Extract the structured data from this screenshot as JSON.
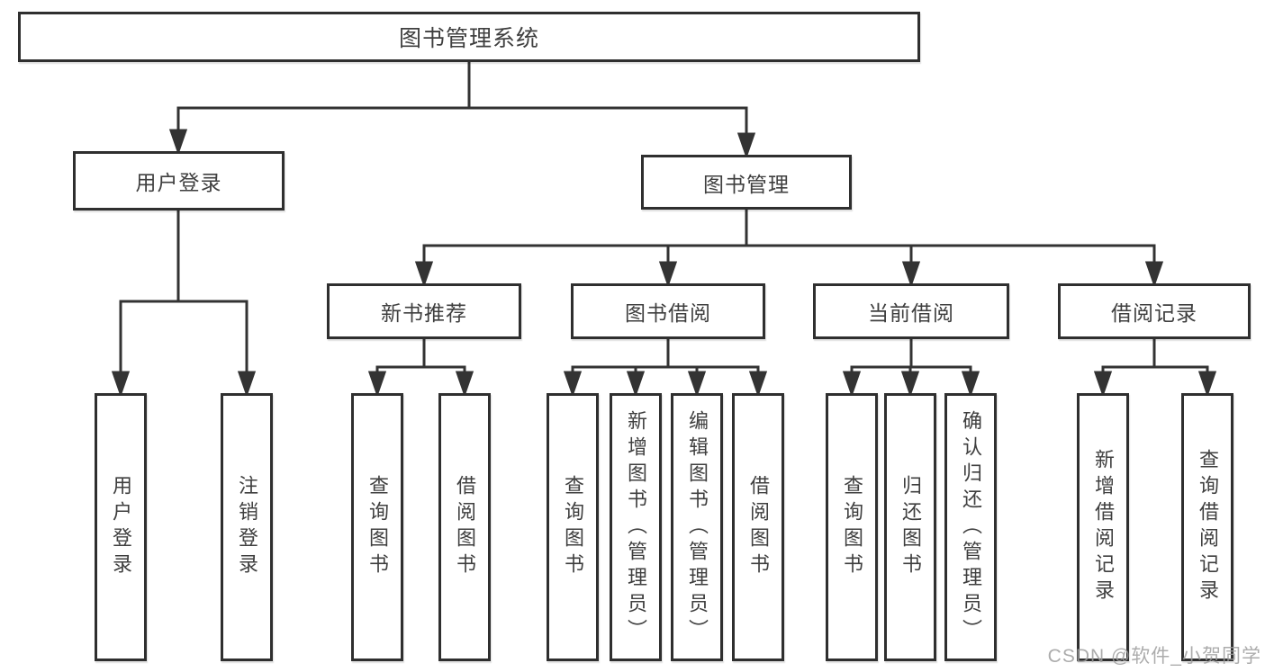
{
  "tree": {
    "root": {
      "label": "图书管理系统",
      "children": [
        {
          "label": "用户登录",
          "children": [
            {
              "label": "用户登录"
            },
            {
              "label": "注销登录"
            }
          ]
        },
        {
          "label": "图书管理",
          "children": [
            {
              "label": "新书推荐",
              "children": [
                {
                  "label": "查询图书"
                },
                {
                  "label": "借阅图书"
                }
              ]
            },
            {
              "label": "图书借阅",
              "children": [
                {
                  "label": "查询图书"
                },
                {
                  "label": "新增图书（管理员）"
                },
                {
                  "label": "编辑图书（管理员）"
                },
                {
                  "label": "借阅图书"
                }
              ]
            },
            {
              "label": "当前借阅",
              "children": [
                {
                  "label": "查询图书"
                },
                {
                  "label": "归还图书"
                },
                {
                  "label": "确认归还（管理员）"
                }
              ]
            },
            {
              "label": "借阅记录",
              "children": [
                {
                  "label": "新增借阅记录"
                },
                {
                  "label": "查询借阅记录"
                }
              ]
            }
          ]
        }
      ]
    }
  },
  "watermark": {
    "text": "CSDN @软件_小贺同学"
  },
  "colors": {
    "line": "#333333",
    "box_border": "#2f2f2f",
    "text": "#3f3f3f",
    "background": "#ffffff",
    "watermark": "#9e9e9e"
  }
}
